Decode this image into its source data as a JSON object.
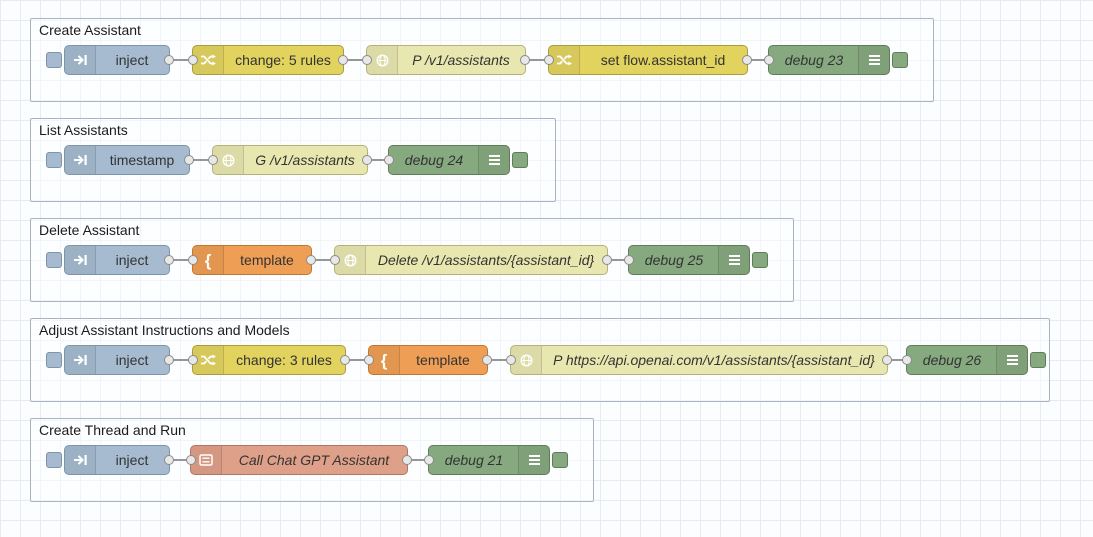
{
  "app": {
    "name": "Node-RED flow workspace"
  },
  "colors": {
    "inject": "#a6bbcf",
    "change": "#e2d35f",
    "http_request": "#e8e7b0",
    "template": "#ef9f55",
    "debug": "#87a980",
    "subflow": "#dfa089",
    "wire": "#979797",
    "grid": "#e6ebf3"
  },
  "icons": {
    "inject": "arrow-to-bar",
    "change": "shuffle",
    "http_request": "globe",
    "template": "{",
    "debug": "list-lines",
    "subflow": "frame-lines"
  },
  "groups": [
    {
      "label": "Create Assistant",
      "nodes": [
        {
          "type": "inject",
          "label": "inject"
        },
        {
          "type": "change",
          "label": "change: 5 rules"
        },
        {
          "type": "http request",
          "label": "P /v1/assistants"
        },
        {
          "type": "change",
          "label": "set flow.assistant_id"
        },
        {
          "type": "debug",
          "label": "debug 23"
        }
      ]
    },
    {
      "label": "List Assistants",
      "nodes": [
        {
          "type": "inject",
          "label": "timestamp"
        },
        {
          "type": "http request",
          "label": "G /v1/assistants"
        },
        {
          "type": "debug",
          "label": "debug 24"
        }
      ]
    },
    {
      "label": "Delete Assistant",
      "nodes": [
        {
          "type": "inject",
          "label": "inject"
        },
        {
          "type": "template",
          "label": "template"
        },
        {
          "type": "http request",
          "label": "Delete /v1/assistants/{assistant_id}"
        },
        {
          "type": "debug",
          "label": "debug 25"
        }
      ]
    },
    {
      "label": "Adjust Assistant Instructions and Models",
      "nodes": [
        {
          "type": "inject",
          "label": "inject"
        },
        {
          "type": "change",
          "label": "change: 3 rules"
        },
        {
          "type": "template",
          "label": "template"
        },
        {
          "type": "http request",
          "label": "P https://api.openai.com/v1/assistants/{assistant_id}"
        },
        {
          "type": "debug",
          "label": "debug 26"
        }
      ]
    },
    {
      "label": "Create Thread and Run",
      "nodes": [
        {
          "type": "inject",
          "label": "inject"
        },
        {
          "type": "subflow",
          "label": "Call Chat GPT Assistant"
        },
        {
          "type": "debug",
          "label": "debug 21"
        }
      ]
    }
  ]
}
